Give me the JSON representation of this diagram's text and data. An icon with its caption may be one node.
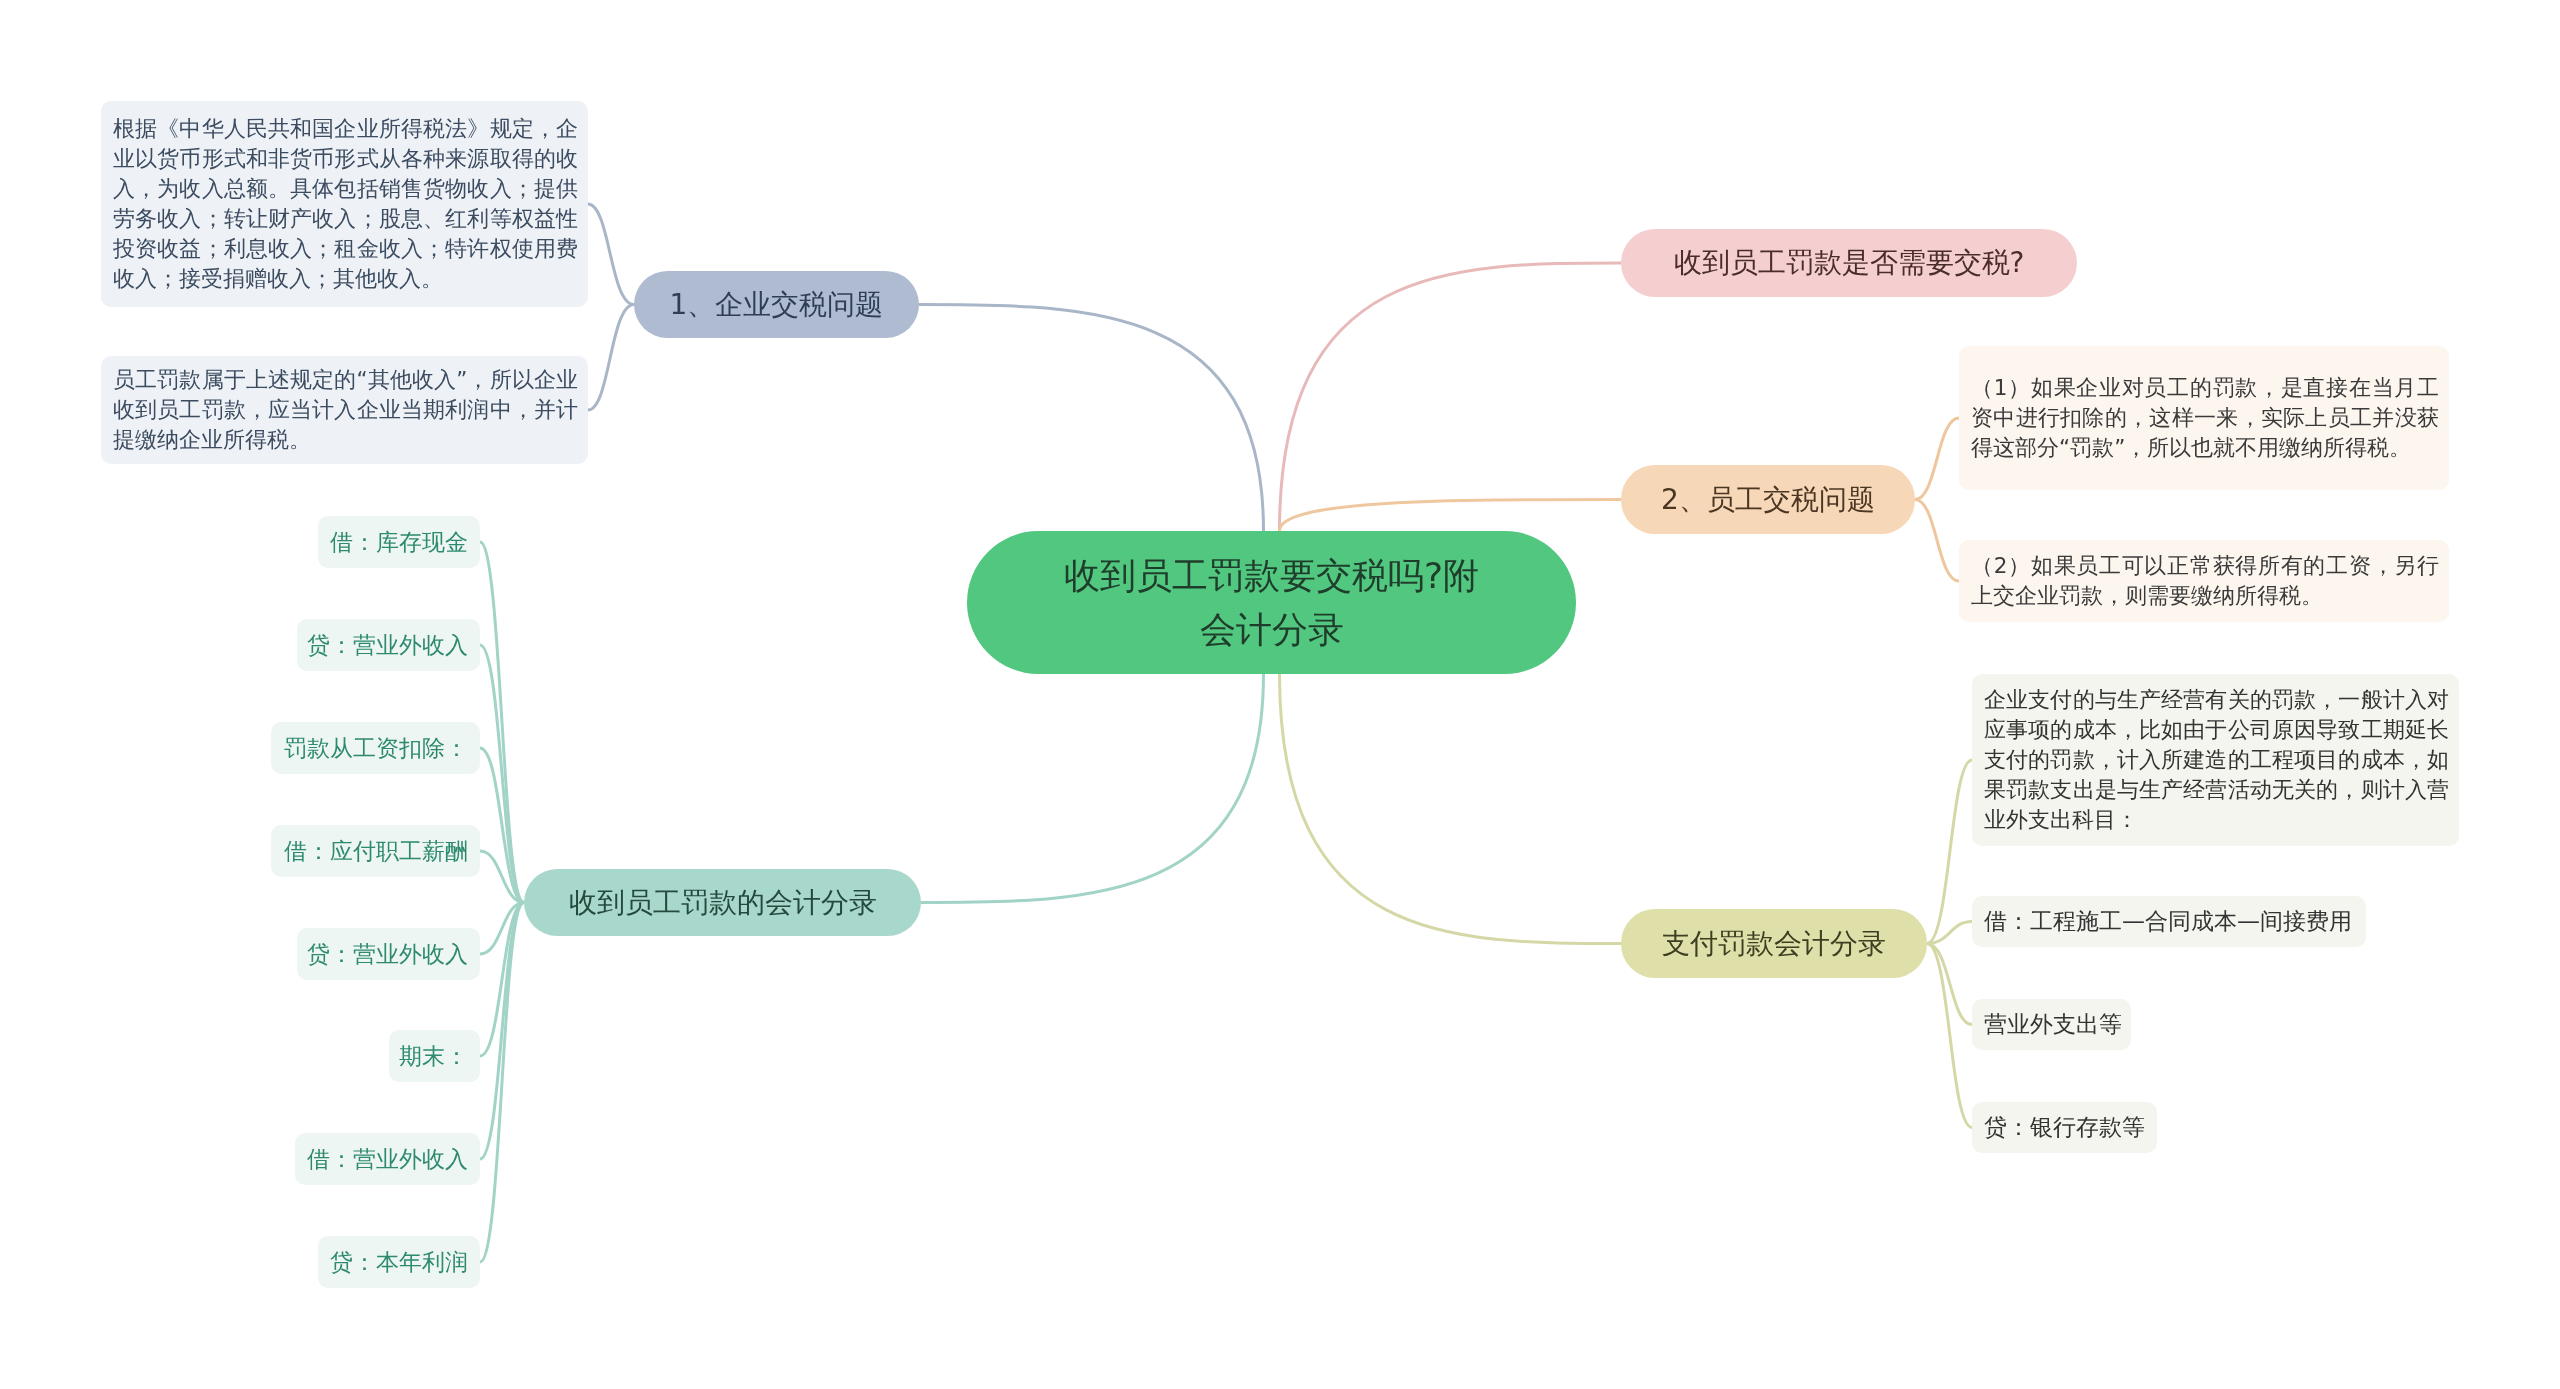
{
  "diagram": {
    "nodes": [
      {
        "text": [
          "收到员工罚款要交税吗?附会计分录"
        ]
      },
      {
        "text": [
          "1、企业交税问题"
        ]
      },
      {
        "text": [
          "根据《中华人民共和国企业所得税法》规定，企业以货币形式和非货币形式从各种来源取得的收入，为收入总额。具体包括销售货物收入；提供劳务收入；转让财产收入；股息、红利等权益性投资收益；利息收入；租金收入；特许权使用费收入；接受捐赠收入；其他收入。"
        ]
      },
      {
        "text": [
          "员工罚款属于上述规定的“其他收入”，所以企业收到员工罚款，应当计入企业当期利润中，并计提缴纳企业所得税。"
        ]
      },
      {
        "text": [
          "收到员工罚款的会计分录"
        ]
      },
      {
        "text": [
          "借：库存现金"
        ]
      },
      {
        "text": [
          "贷：营业外收入"
        ]
      },
      {
        "text": [
          "罚款从工资扣除："
        ]
      },
      {
        "text": [
          "借：应付职工薪酬"
        ]
      },
      {
        "text": [
          "贷：营业外收入"
        ]
      },
      {
        "text": [
          "期末："
        ]
      },
      {
        "text": [
          "借：营业外收入"
        ]
      },
      {
        "text": [
          "贷：本年利润"
        ]
      },
      {
        "text": [
          "收到员工罚款是否需要交税?"
        ]
      },
      {
        "text": [
          "2、员工交税问题"
        ]
      },
      {
        "text": [
          "（1）如果企业对员工的罚款，是直接在当月工资中进行扣除的，这样一来，实际上员工并没获得这部分“罚款”，所以也就不用缴纳所得税。"
        ]
      },
      {
        "text": [
          "（2）如果员工可以正常获得所有的工资，另行上交企业罚款，则需要缴纳所得税。"
        ]
      },
      {
        "text": [
          "支付罚款会计分录"
        ]
      },
      {
        "text": [
          "企业支付的与生产经营有关的罚款，一般计入对应事项的成本，比如由于公司原因导致工期延长支付的罚款，计入所建造的工程项目的成本，如果罚款支出是与生产经营活动无关的，则计入营业外支出科目："
        ]
      },
      {
        "text": [
          "借：工程施工—合同成本—间接费用"
        ]
      },
      {
        "text": [
          "营业外支出等"
        ]
      },
      {
        "text": [
          "贷：银行存款等"
        ]
      }
    ],
    "edges": [
      {
        "from": 0,
        "to": 1,
        "arrow": "none",
        "color": "#a8b6c8"
      },
      {
        "from": 1,
        "to": 2,
        "arrow": "none",
        "color": "#a8b6c8"
      },
      {
        "from": 1,
        "to": 3,
        "arrow": "none",
        "color": "#a8b6c8"
      },
      {
        "from": 0,
        "to": 4,
        "arrow": "none",
        "color": "#a2d3c7"
      },
      {
        "from": 4,
        "to": 5,
        "arrow": "none",
        "color": "#a2d3c7"
      },
      {
        "from": 4,
        "to": 6,
        "arrow": "none",
        "color": "#a2d3c7"
      },
      {
        "from": 4,
        "to": 7,
        "arrow": "none",
        "color": "#a2d3c7"
      },
      {
        "from": 4,
        "to": 8,
        "arrow": "none",
        "color": "#a2d3c7"
      },
      {
        "from": 4,
        "to": 9,
        "arrow": "none",
        "color": "#a2d3c7"
      },
      {
        "from": 4,
        "to": 10,
        "arrow": "none",
        "color": "#a2d3c7"
      },
      {
        "from": 4,
        "to": 11,
        "arrow": "none",
        "color": "#a2d3c7"
      },
      {
        "from": 4,
        "to": 12,
        "arrow": "none",
        "color": "#a2d3c7"
      },
      {
        "from": 0,
        "to": 13,
        "arrow": "none",
        "color": "#e8b9b9"
      },
      {
        "from": 0,
        "to": 14,
        "arrow": "none",
        "color": "#efc79e"
      },
      {
        "from": 14,
        "to": 15,
        "arrow": "none",
        "color": "#efc79e"
      },
      {
        "from": 14,
        "to": 16,
        "arrow": "none",
        "color": "#efc79e"
      },
      {
        "from": 0,
        "to": 17,
        "arrow": "none",
        "color": "#d5d8a6"
      },
      {
        "from": 17,
        "to": 18,
        "arrow": "none",
        "color": "#d5d8a6"
      },
      {
        "from": 17,
        "to": 19,
        "arrow": "none",
        "color": "#d5d8a6"
      },
      {
        "from": 17,
        "to": 20,
        "arrow": "none",
        "color": "#d5d8a6"
      },
      {
        "from": 17,
        "to": 21,
        "arrow": "none",
        "color": "#d5d8a6"
      }
    ]
  }
}
